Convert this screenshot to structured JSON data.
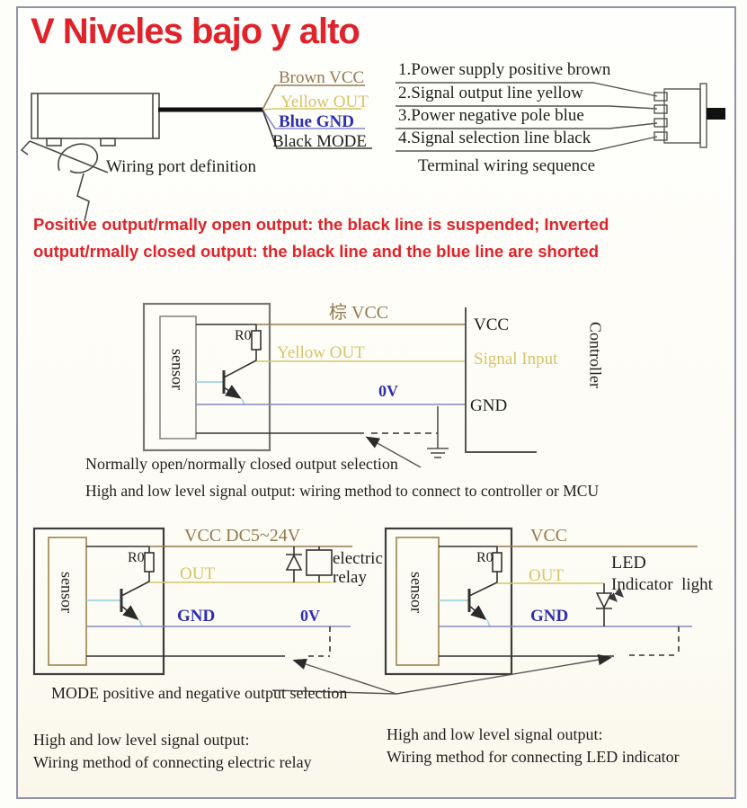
{
  "title": "V Niveles bajo y alto",
  "colors": {
    "accent_red": "#e0232a",
    "wire_brown": "#96794f",
    "wire_yellow": "#d6c468",
    "wire_blue_text": "#2e2eb4",
    "wire_blue_line": "#8888bb",
    "wire_black": "#2b2b2b",
    "box_gray": "#6e6e6e",
    "box_tan": "#a78f5f",
    "transistor_cyan": "#9fd6e2",
    "frame_border": "#8e93a8"
  },
  "wiring_port": {
    "wires": [
      {
        "label": "Brown VCC",
        "color": "#96794f"
      },
      {
        "label": "Yellow OUT",
        "color": "#d6c468"
      },
      {
        "label": "Blue GND",
        "color": "#2e2eb4"
      },
      {
        "label": "Black MODE",
        "color": "#1f1f1f"
      }
    ],
    "caption": "Wiring port definition"
  },
  "terminal": {
    "items": [
      "1.Power supply positive brown",
      "2.Signal output line yellow",
      "3.Power negative pole blue",
      "4.Signal selection line black"
    ],
    "caption": "Terminal wiring sequence"
  },
  "warning": {
    "line1": "Positive output/rmally open output: the black line is suspended; Inverted",
    "line2": "output/rmally closed output: the black line and the blue line are shorted"
  },
  "controller_circuit": {
    "sensor_label": "sensor",
    "resistor_label": "R0",
    "vcc_wire_label": "棕 VCC",
    "out_wire_label": "Yellow OUT",
    "zero_v_label": "0V",
    "vcc_pin": "VCC",
    "signal_pin": "Signal Input",
    "gnd_pin": "GND",
    "device_label": "Controller",
    "caption": "Normally open/normally closed output selection",
    "subcaption": "High and low level signal output: wiring method to connect to controller or MCU"
  },
  "relay_circuit": {
    "sensor_label": "sensor",
    "resistor_label": "R0",
    "vcc_label": "VCC DC5~24V",
    "out_label": "OUT",
    "gnd_label": "GND",
    "zero_v_label": "0V",
    "device_line1": "electric",
    "device_line2": "relay"
  },
  "led_circuit": {
    "sensor_label": "sensor",
    "resistor_label": "R0",
    "vcc_label": "VCC",
    "out_label": "OUT",
    "gnd_label": "GND",
    "device_line1": "LED",
    "device_line2": "Indicator  light"
  },
  "mode_caption": "MODE positive and negative output selection",
  "footer": {
    "relay_line1": "High and low level signal output:",
    "relay_line2": "Wiring method of connecting electric relay",
    "led_line1": "High and low level signal output:",
    "led_line2": "Wiring method for connecting LED indicator"
  }
}
